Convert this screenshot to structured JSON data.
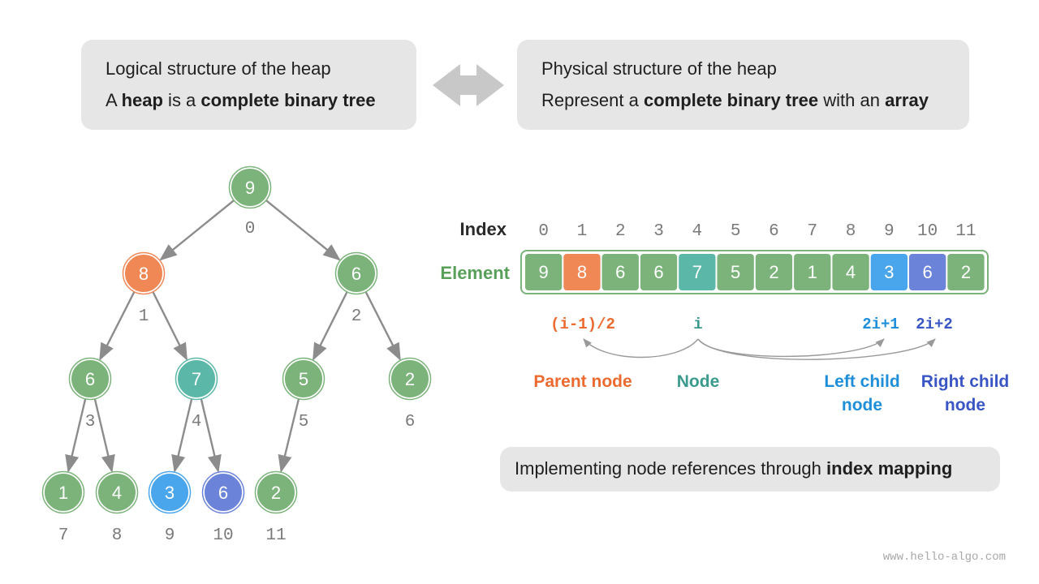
{
  "panels": {
    "logical": {
      "title": "Logical structure of the heap",
      "line2": [
        {
          "text": "A ",
          "bold": false
        },
        {
          "text": "heap",
          "bold": true
        },
        {
          "text": " is a ",
          "bold": false
        },
        {
          "text": "complete binary tree",
          "bold": true
        }
      ]
    },
    "physical": {
      "title": "Physical structure of the heap",
      "line2": [
        {
          "text": "Represent a ",
          "bold": false
        },
        {
          "text": "complete binary tree",
          "bold": true
        },
        {
          "text": " with an ",
          "bold": false
        },
        {
          "text": "array",
          "bold": true
        }
      ]
    },
    "mapping": {
      "line": [
        {
          "text": "Implementing node references through ",
          "bold": false
        },
        {
          "text": "index mapping",
          "bold": true
        }
      ]
    }
  },
  "tree": {
    "values": [
      "9",
      "8",
      "6",
      "6",
      "7",
      "5",
      "2",
      "1",
      "4",
      "3",
      "6",
      "2"
    ],
    "indices": [
      "0",
      "1",
      "2",
      "3",
      "4",
      "5",
      "6",
      "7",
      "8",
      "9",
      "10",
      "11"
    ],
    "highlight": {
      "1": "parent",
      "4": "node",
      "9": "left",
      "10": "right"
    }
  },
  "array": {
    "index_label": "Index",
    "element_label": "Element",
    "formulas": {
      "parent": "(i-1)/2",
      "node": "i",
      "left": "2i+1",
      "right": "2i+2"
    },
    "captions": {
      "parent": [
        "Parent node"
      ],
      "node": [
        "Node"
      ],
      "left": [
        "Left child",
        "node"
      ],
      "right": [
        "Right child",
        "node"
      ]
    }
  },
  "colors": {
    "green": "#7bb37a",
    "green_border": "#4f9b4e",
    "parent": "#f08856",
    "node": "#5bb8a9",
    "left": "#49a6ec",
    "right": "#6b83d8",
    "parent_text": "#ec6a2f",
    "node_text": "#3a9a8c",
    "left_text": "#1f8fd9",
    "right_text": "#3a55c4",
    "edge": "#8c8c8c",
    "muted": "#7a7a7a",
    "element_label": "#58a05a"
  },
  "watermark": "www.hello-algo.com"
}
